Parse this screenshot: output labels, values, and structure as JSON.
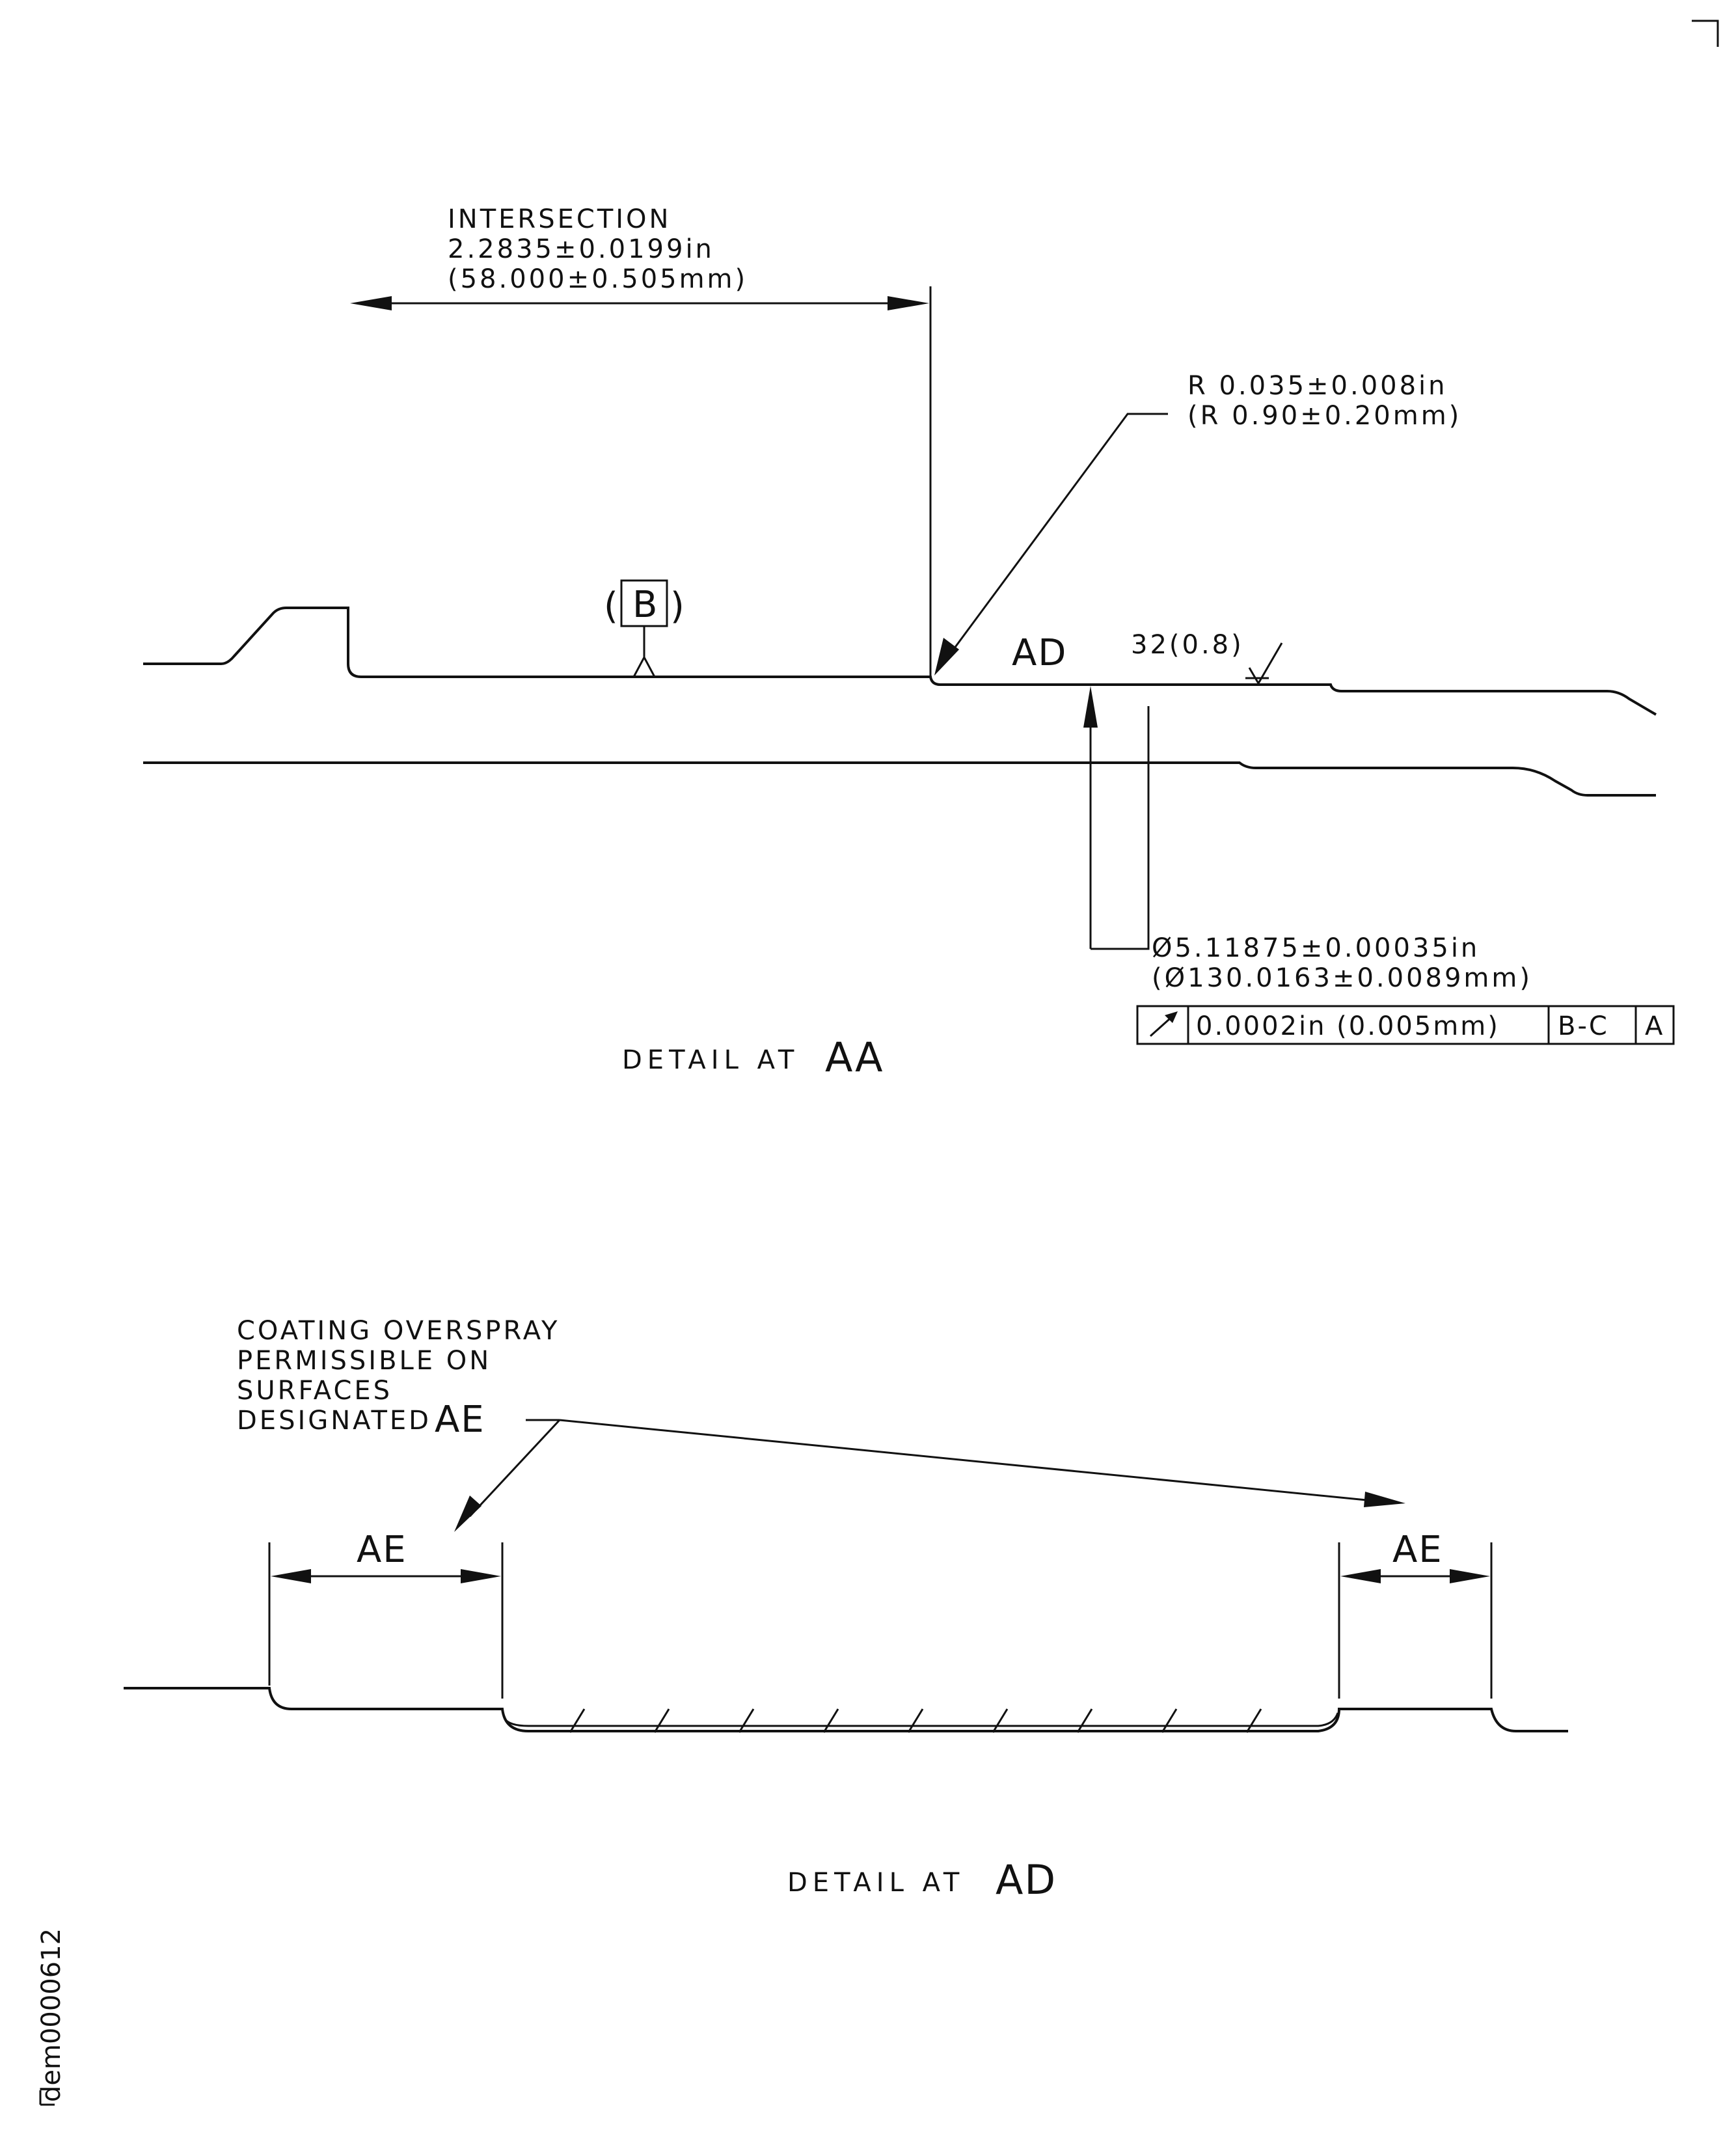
{
  "detail_aa": {
    "title_prefix": "DETAIL AT",
    "title_ref": "AA",
    "intersection": {
      "label": "INTERSECTION",
      "inch": "2.2835±0.0199in",
      "mm": "(58.000±0.505mm)"
    },
    "radius": {
      "inch": "R 0.035±0.008in",
      "mm": "(R 0.90±0.20mm)"
    },
    "datum": {
      "open": "(",
      "letter": "B",
      "close": ")"
    },
    "surface_ref": "AD",
    "surface_finish": "32(0.8)",
    "diameter": {
      "inch": "Ø5.11875±0.00035in",
      "mm": "(Ø130.0163±0.0089mm)"
    },
    "feature_control_frame": {
      "symbol": "runout-arrow-icon",
      "tolerance": "0.0002in (0.005mm)",
      "datum_primary": "B-C",
      "datum_secondary": "A"
    }
  },
  "detail_ad": {
    "title_prefix": "DETAIL AT",
    "title_ref": "AD",
    "note": {
      "line1": "COATING OVERSPRAY",
      "line2": "PERMISSIBLE ON",
      "line3": "SURFACES",
      "line4": "DESIGNATED",
      "ref": "AE"
    },
    "left_zone_label": "AE",
    "right_zone_label": "AE"
  },
  "side_label": "dem0000612"
}
